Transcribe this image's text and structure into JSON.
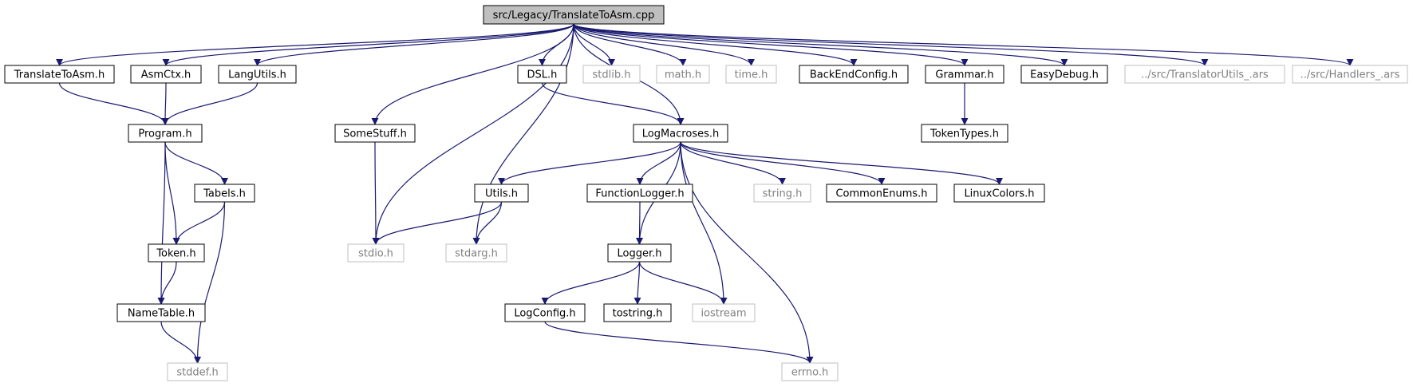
{
  "colors": {
    "edge": "#191970",
    "box_solid": "#000000",
    "box_external": "#bfbfbf",
    "box_root_fill": "#bfbfbf",
    "label_solid": "#000000",
    "label_external": "#808080"
  },
  "root": "src/Legacy/TranslateToAsm.cpp",
  "nodes": {
    "translatetoasm_cpp": {
      "label": "src/Legacy/TranslateToAsm.cpp",
      "kind": "root"
    },
    "translatetoasm_h": {
      "label": "TranslateToAsm.h",
      "kind": "solid"
    },
    "asmctx_h": {
      "label": "AsmCtx.h",
      "kind": "solid"
    },
    "langutils_h": {
      "label": "LangUtils.h",
      "kind": "solid"
    },
    "dsl_h": {
      "label": "DSL.h",
      "kind": "solid"
    },
    "stdlib_h": {
      "label": "stdlib.h",
      "kind": "external"
    },
    "math_h": {
      "label": "math.h",
      "kind": "external"
    },
    "time_h": {
      "label": "time.h",
      "kind": "external"
    },
    "backendconfig_h": {
      "label": "BackEndConfig.h",
      "kind": "solid"
    },
    "grammar_h": {
      "label": "Grammar.h",
      "kind": "solid"
    },
    "easydebug_h": {
      "label": "EasyDebug.h",
      "kind": "solid"
    },
    "translatorutils_ars": {
      "label": "../src/TranslatorUtils_.ars",
      "kind": "external"
    },
    "handlers_ars": {
      "label": "../src/Handlers_.ars",
      "kind": "external"
    },
    "program_h": {
      "label": "Program.h",
      "kind": "solid"
    },
    "somestuff_h": {
      "label": "SomeStuff.h",
      "kind": "solid"
    },
    "logmacroses_h": {
      "label": "LogMacroses.h",
      "kind": "solid"
    },
    "tokentypes_h": {
      "label": "TokenTypes.h",
      "kind": "solid"
    },
    "tabels_h": {
      "label": "Tabels.h",
      "kind": "solid"
    },
    "utils_h": {
      "label": "Utils.h",
      "kind": "solid"
    },
    "functionlogger_h": {
      "label": "FunctionLogger.h",
      "kind": "solid"
    },
    "string_h": {
      "label": "string.h",
      "kind": "external"
    },
    "commonenums_h": {
      "label": "CommonEnums.h",
      "kind": "solid"
    },
    "linuxcolors_h": {
      "label": "LinuxColors.h",
      "kind": "solid"
    },
    "token_h": {
      "label": "Token.h",
      "kind": "solid"
    },
    "stdio_h": {
      "label": "stdio.h",
      "kind": "external"
    },
    "stdarg_h": {
      "label": "stdarg.h",
      "kind": "external"
    },
    "logger_h": {
      "label": "Logger.h",
      "kind": "solid"
    },
    "nametable_h": {
      "label": "NameTable.h",
      "kind": "solid"
    },
    "logconfig_h": {
      "label": "LogConfig.h",
      "kind": "solid"
    },
    "tostring_h": {
      "label": "tostring.h",
      "kind": "solid"
    },
    "iostream": {
      "label": "iostream",
      "kind": "external"
    },
    "stddef_h": {
      "label": "stddef.h",
      "kind": "external"
    },
    "errno_h": {
      "label": "errno.h",
      "kind": "external"
    }
  },
  "edges": [
    [
      "translatetoasm_cpp",
      "translatetoasm_h"
    ],
    [
      "translatetoasm_cpp",
      "asmctx_h"
    ],
    [
      "translatetoasm_cpp",
      "langutils_h"
    ],
    [
      "translatetoasm_cpp",
      "stdio_h"
    ],
    [
      "translatetoasm_cpp",
      "somestuff_h"
    ],
    [
      "translatetoasm_cpp",
      "stdarg_h"
    ],
    [
      "translatetoasm_cpp",
      "logmacroses_h"
    ],
    [
      "translatetoasm_cpp",
      "dsl_h"
    ],
    [
      "translatetoasm_cpp",
      "stdlib_h"
    ],
    [
      "translatetoasm_cpp",
      "math_h"
    ],
    [
      "translatetoasm_cpp",
      "time_h"
    ],
    [
      "translatetoasm_cpp",
      "backendconfig_h"
    ],
    [
      "translatetoasm_cpp",
      "grammar_h"
    ],
    [
      "translatetoasm_cpp",
      "easydebug_h"
    ],
    [
      "translatetoasm_cpp",
      "translatorutils_ars"
    ],
    [
      "translatetoasm_cpp",
      "handlers_ars"
    ],
    [
      "translatetoasm_h",
      "program_h"
    ],
    [
      "asmctx_h",
      "program_h"
    ],
    [
      "langutils_h",
      "program_h"
    ],
    [
      "program_h",
      "tabels_h"
    ],
    [
      "program_h",
      "token_h"
    ],
    [
      "program_h",
      "nametable_h"
    ],
    [
      "tabels_h",
      "token_h"
    ],
    [
      "tabels_h",
      "stddef_h"
    ],
    [
      "token_h",
      "nametable_h"
    ],
    [
      "nametable_h",
      "stddef_h"
    ],
    [
      "somestuff_h",
      "stdio_h"
    ],
    [
      "dsl_h",
      "logmacroses_h"
    ],
    [
      "grammar_h",
      "tokentypes_h"
    ],
    [
      "logmacroses_h",
      "utils_h"
    ],
    [
      "logmacroses_h",
      "functionlogger_h"
    ],
    [
      "logmacroses_h",
      "logger_h"
    ],
    [
      "logmacroses_h",
      "iostream"
    ],
    [
      "logmacroses_h",
      "string_h"
    ],
    [
      "logmacroses_h",
      "commonenums_h"
    ],
    [
      "logmacroses_h",
      "linuxcolors_h"
    ],
    [
      "logmacroses_h",
      "errno_h"
    ],
    [
      "utils_h",
      "stdio_h"
    ],
    [
      "utils_h",
      "stdarg_h"
    ],
    [
      "functionlogger_h",
      "logger_h"
    ],
    [
      "logger_h",
      "logconfig_h"
    ],
    [
      "logger_h",
      "tostring_h"
    ],
    [
      "logger_h",
      "iostream"
    ],
    [
      "logconfig_h",
      "errno_h"
    ]
  ]
}
